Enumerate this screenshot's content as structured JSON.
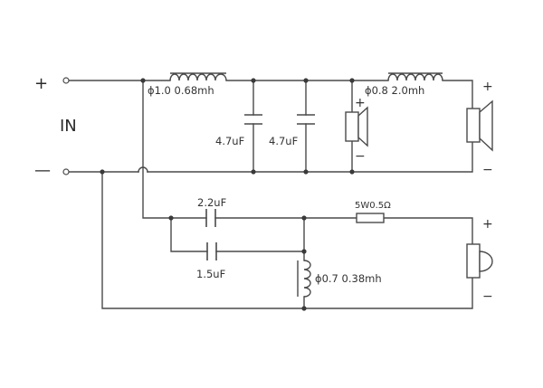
{
  "input": {
    "label": "IN",
    "plus": "+",
    "minus": "—"
  },
  "components": {
    "inductor_1": "ϕ1.0  0.68mh",
    "inductor_2": "ϕ0.8  2.0mh",
    "inductor_3": "ϕ0.7  0.38mh",
    "capacitor_1": "4.7uF",
    "capacitor_2": "4.7uF",
    "capacitor_3": "2.2uF",
    "capacitor_4": "1.5uF",
    "resistor_1": "5W0.5Ω"
  },
  "speakers": {
    "mid_plus": "+",
    "mid_minus": "−",
    "woofer_plus": "+",
    "woofer_minus": "−",
    "tweeter_plus": "+",
    "tweeter_minus": "−"
  }
}
